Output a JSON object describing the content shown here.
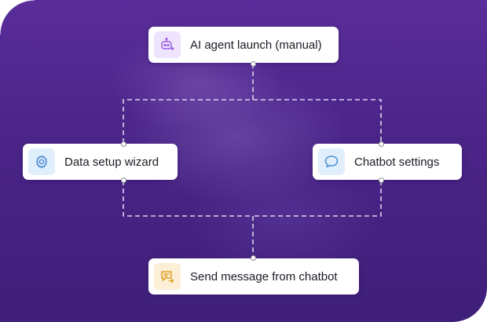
{
  "diagram": {
    "colors": {
      "background_top": "#5a2d9a",
      "background_bottom": "#3f1f7a",
      "connector": "#d9d3ee",
      "node_bg": "#ffffff",
      "ai_icon": "#9a5fe0",
      "data_icon": "#4a8fd6",
      "chat_icon": "#4a8fd6",
      "send_icon": "#e0a020"
    },
    "nodes": [
      {
        "id": "ai-agent-launch",
        "label": "AI agent launch (manual)",
        "icon": "robot-sparkle-icon"
      },
      {
        "id": "data-setup-wizard",
        "label": "Data setup wizard",
        "icon": "gear-icon"
      },
      {
        "id": "chatbot-settings",
        "label": "Chatbot settings",
        "icon": "chat-bubble-icon"
      },
      {
        "id": "send-message",
        "label": "Send message from chatbot",
        "icon": "message-send-icon"
      }
    ],
    "edges": [
      {
        "from": "ai-agent-launch",
        "to": "data-setup-wizard",
        "style": "dashed"
      },
      {
        "from": "ai-agent-launch",
        "to": "chatbot-settings",
        "style": "dashed"
      },
      {
        "from": "data-setup-wizard",
        "to": "send-message",
        "style": "dashed"
      },
      {
        "from": "chatbot-settings",
        "to": "send-message",
        "style": "dashed"
      }
    ]
  }
}
